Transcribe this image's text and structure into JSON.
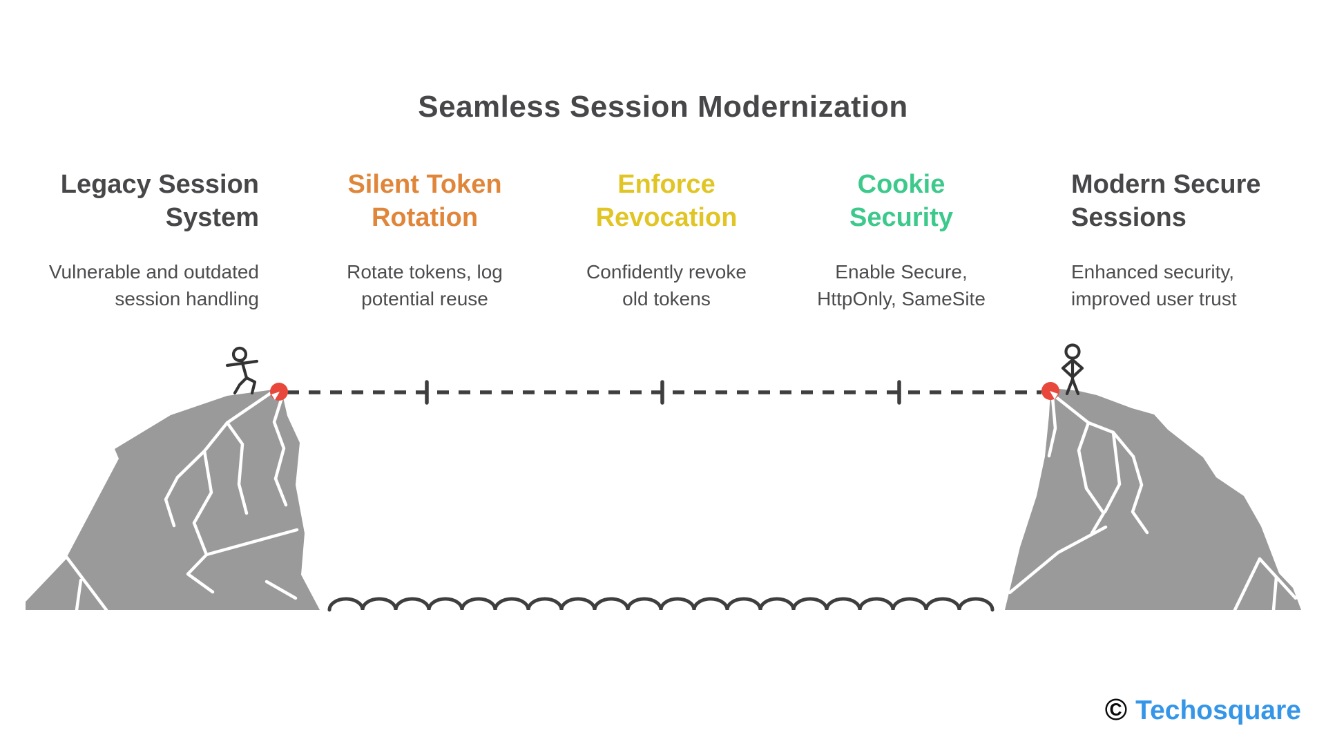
{
  "title": "Seamless Session Modernization",
  "columns": [
    {
      "heading": "Legacy Session\nSystem",
      "heading_color": "#474749",
      "description": "Vulnerable and outdated\nsession handling"
    },
    {
      "heading": "Silent Token\nRotation",
      "heading_color": "#E0863A",
      "description": "Rotate tokens, log\npotential reuse"
    },
    {
      "heading": "Enforce\nRevocation",
      "heading_color": "#E0C525",
      "description": "Confidently revoke\nold tokens"
    },
    {
      "heading": "Cookie\nSecurity",
      "heading_color": "#3CC98B",
      "description": "Enable Secure,\nHttpOnly, SameSite"
    },
    {
      "heading": "Modern Secure\nSessions",
      "heading_color": "#474749",
      "description": "Enhanced security,\nimproved user trust"
    }
  ],
  "scene": {
    "colors": {
      "cliff_gray": "#9A9A9A",
      "crack_white": "#FFFFFF",
      "line_dark": "#3E3E3E",
      "figure_dark": "#333333",
      "anchor_red": "#E8473C"
    }
  },
  "footer": {
    "copyright_symbol": "©",
    "brand": "Techosquare",
    "brand_color": "#3596E8"
  }
}
